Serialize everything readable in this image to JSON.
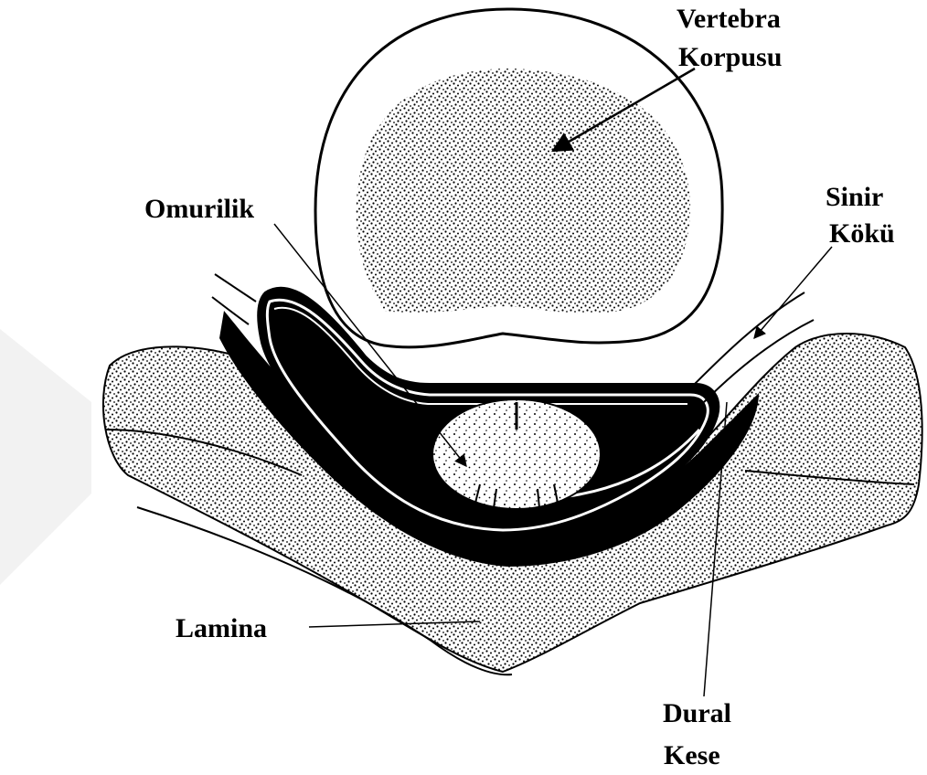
{
  "labels": {
    "vertebra_corpus": [
      "Vertebra",
      "Korpusu"
    ],
    "spinal_cord": "Omurilik",
    "nerve_root": [
      "Sinir",
      "Kökü"
    ],
    "lamina": "Lamina",
    "dural_sac": [
      "Dural",
      "Kese"
    ]
  },
  "colors": {
    "ink": "#000000",
    "paper": "#ffffff",
    "watermark": "#d9d9d9"
  }
}
